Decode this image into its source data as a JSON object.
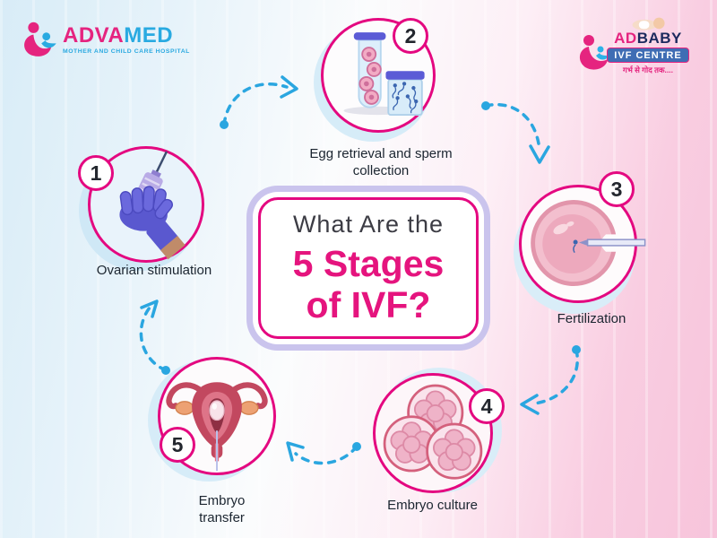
{
  "card": {
    "line1": "What Are the",
    "line2": "5 Stages",
    "line3": "of IVF?"
  },
  "stages": [
    {
      "number": "1",
      "label": "Ovarian stimulation",
      "icon": "syringe-in-gloved-hand-icon"
    },
    {
      "number": "2",
      "label": "Egg retrieval and sperm collection",
      "icon": "egg-tube-and-sperm-jar-icon"
    },
    {
      "number": "3",
      "label": "Fertilization",
      "icon": "egg-injection-icon"
    },
    {
      "number": "4",
      "label": "Embryo culture",
      "icon": "embryo-cell-cluster-icon"
    },
    {
      "number": "5",
      "label": "Embryo transfer",
      "icon": "uterus-catheter-icon"
    }
  ],
  "logos": {
    "advamed": {
      "icon": "mother-and-child-icon",
      "name_part1": "ADVA",
      "name_part2": "MED",
      "tagline": "MOTHER AND CHILD CARE HOSPITAL"
    },
    "adbaby": {
      "icon": "mother-and-child-icon",
      "baby_icon": "sleeping-baby-icon",
      "name_part1": "AD",
      "name_part2": "BABY",
      "ribbon": "IVF CENTRE",
      "tagline": "गर्भ से गोद तक...."
    }
  },
  "colors": {
    "accent_pink": "#E40880",
    "title_pink": "#E5147E",
    "title_dark": "#3C3C44",
    "arrow_blue": "#2AA6E0",
    "card_ring_lavender": "#CAC4ED",
    "advamed_pink": "#E5247F",
    "advamed_blue": "#29AAE1",
    "adbaby_navy": "#1B2A5E",
    "ribbon_blue": "#3F6DB4",
    "bg_left_blue": "#D8ECF7",
    "bg_right_pink": "#F7C4DB"
  }
}
